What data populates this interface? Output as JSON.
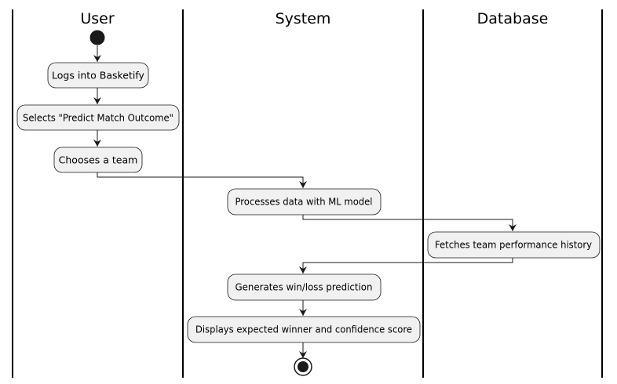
{
  "swimlanes": [
    {
      "title": "User"
    },
    {
      "title": "System"
    },
    {
      "title": "Database"
    }
  ],
  "activities": [
    {
      "id": "login",
      "lane": "User",
      "label": "Logs into Basketify"
    },
    {
      "id": "select",
      "lane": "User",
      "label": "Selects \"Predict Match Outcome\""
    },
    {
      "id": "choose",
      "lane": "User",
      "label": "Chooses a team"
    },
    {
      "id": "process",
      "lane": "System",
      "label": "Processes data with ML model"
    },
    {
      "id": "fetch",
      "lane": "Database",
      "label": "Fetches team performance history"
    },
    {
      "id": "generate",
      "lane": "System",
      "label": "Generates win/loss prediction"
    },
    {
      "id": "display",
      "lane": "System",
      "label": "Displays expected winner and confidence score"
    }
  ],
  "flow": [
    "start",
    "login",
    "select",
    "choose",
    "process",
    "fetch",
    "generate",
    "display",
    "end"
  ]
}
